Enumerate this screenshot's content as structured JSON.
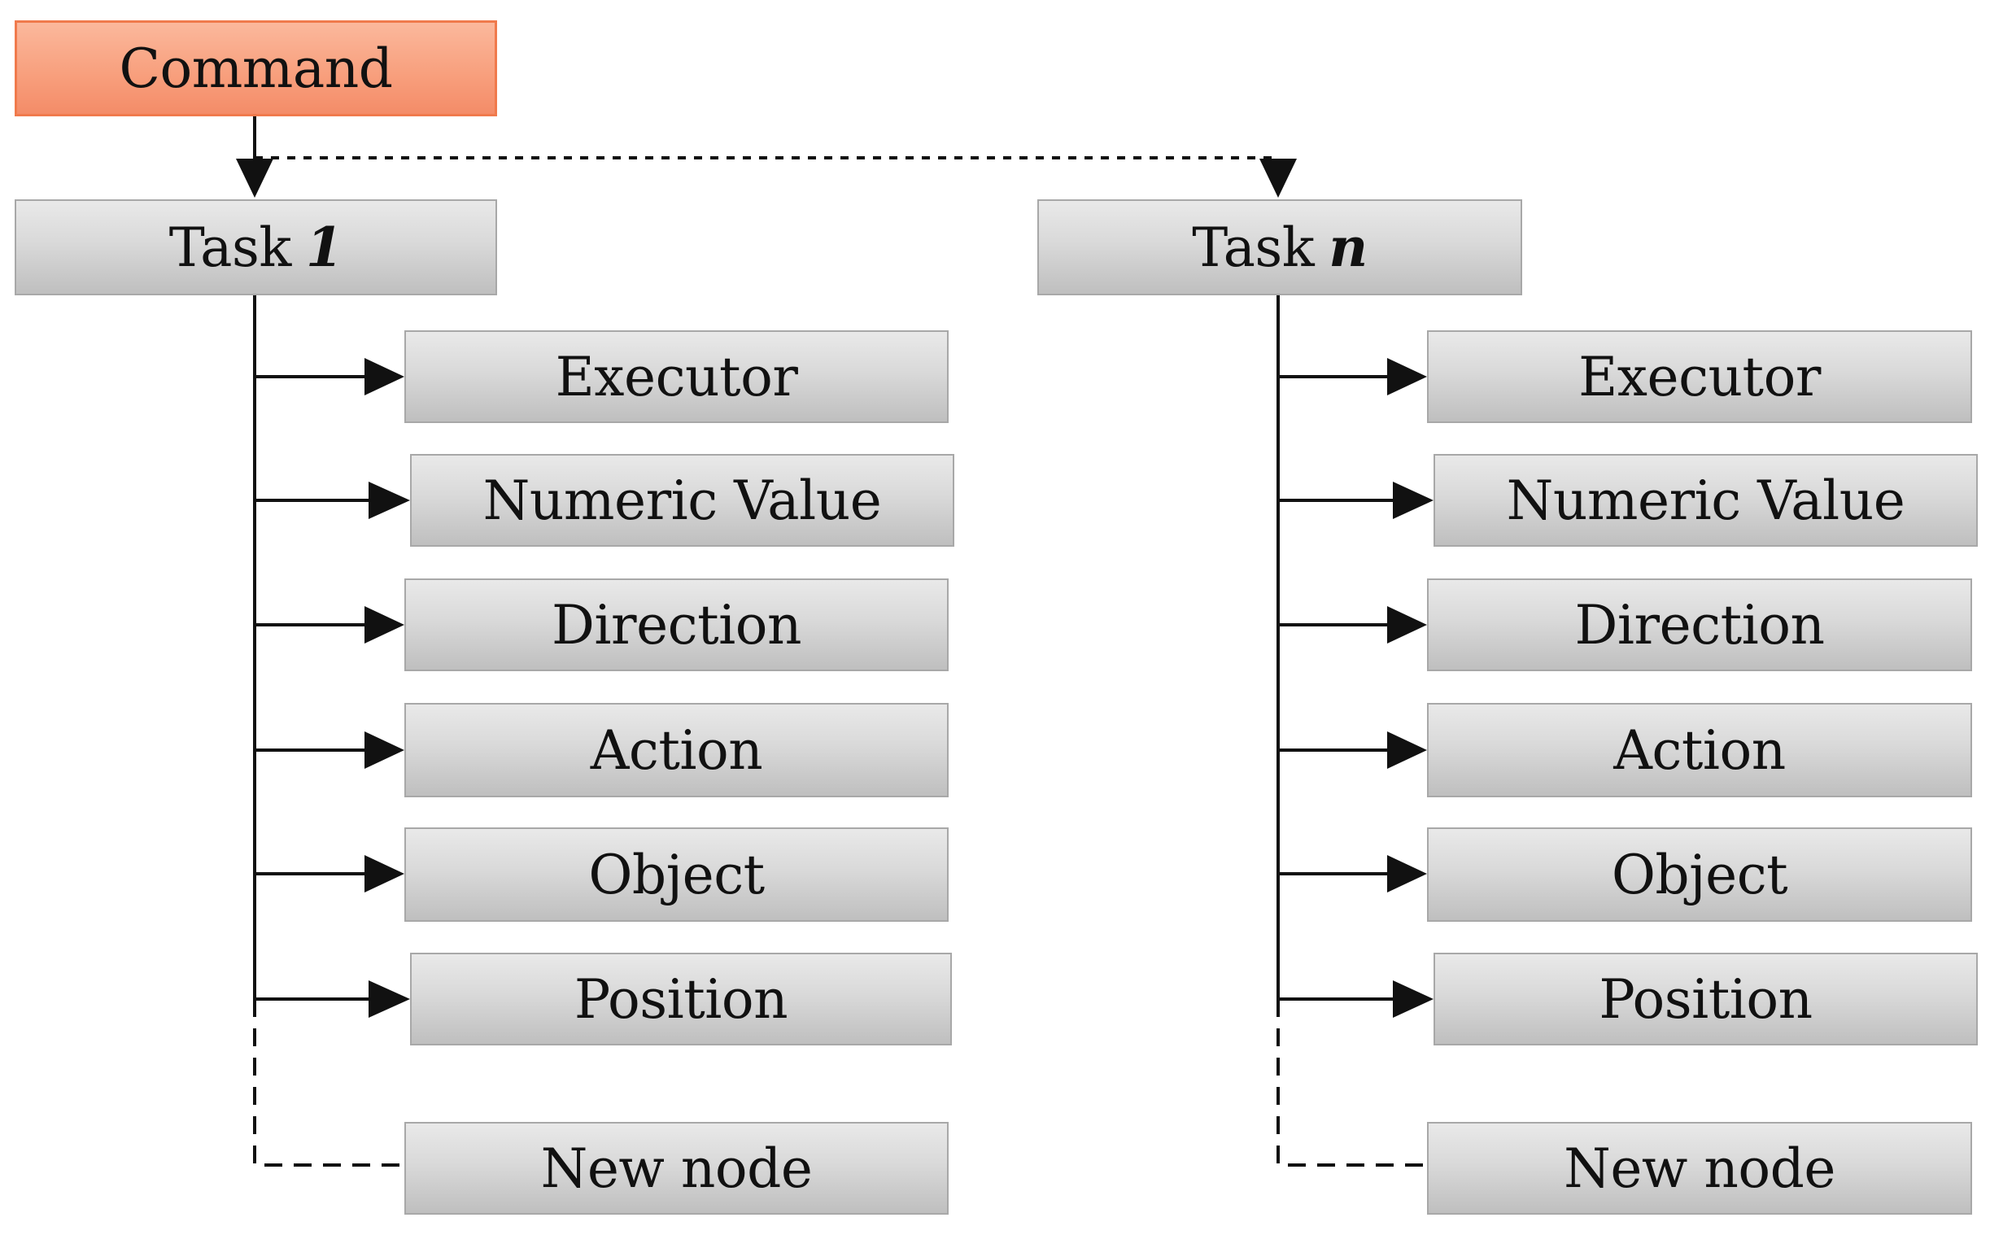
{
  "command": {
    "label": "Command"
  },
  "colors": {
    "command_fill": "#f8a07e",
    "command_border": "#f07a4c",
    "node_fill": "#d9d9d9",
    "node_border": "#a8a8a8",
    "connector": "#111111"
  },
  "tasks": [
    {
      "label": "Task",
      "index": "1",
      "children": [
        "Executor",
        "Numeric Value",
        "Direction",
        "Action",
        "Object",
        "Position"
      ],
      "new_node": "New node"
    },
    {
      "label": "Task",
      "index": "n",
      "children": [
        "Executor",
        "Numeric Value",
        "Direction",
        "Action",
        "Object",
        "Position"
      ],
      "new_node": "New node"
    }
  ]
}
